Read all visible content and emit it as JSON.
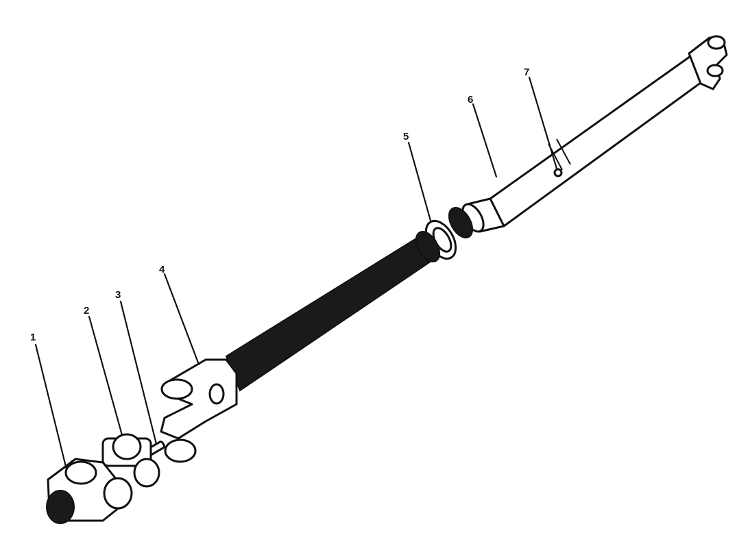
{
  "colors": {
    "ink": "#111111",
    "paper": "#ffffff",
    "spline": "#1a1a1a"
  },
  "callouts": [
    {
      "number": "1",
      "part": "yoke-end"
    },
    {
      "number": "2",
      "part": "bearing-cap"
    },
    {
      "number": "3",
      "part": "grease-fitting"
    },
    {
      "number": "4",
      "part": "splined-shaft-yoke"
    },
    {
      "number": "5",
      "part": "dust-seal"
    },
    {
      "number": "6",
      "part": "tube"
    },
    {
      "number": "7",
      "part": "tube-grease-fitting"
    }
  ]
}
